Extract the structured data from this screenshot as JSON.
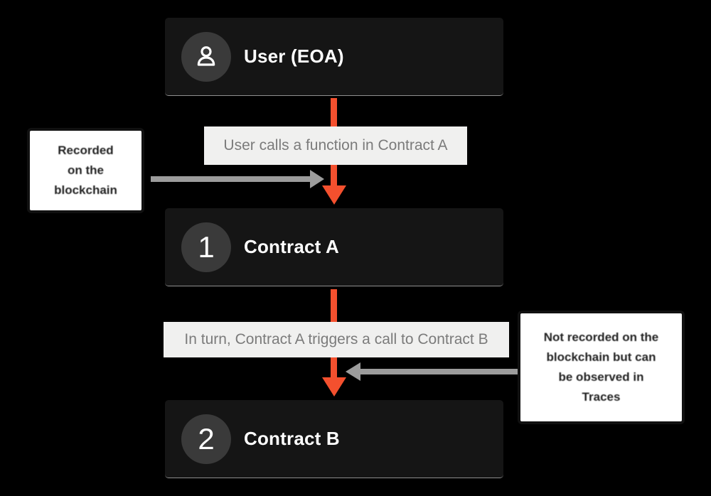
{
  "nodes": [
    {
      "title": "User (EOA)",
      "badge": "user-icon"
    },
    {
      "title": "Contract A",
      "badge": "1"
    },
    {
      "title": "Contract B",
      "badge": "2"
    }
  ],
  "flow_labels": [
    {
      "text": "User calls a function in Contract A"
    },
    {
      "text": "In turn, Contract A triggers a call to Contract B"
    }
  ],
  "annotations": [
    {
      "text": "Recorded\non the\nblockchain"
    },
    {
      "text": "Not recorded on the\nblockchain but can\nbe observed in\nTraces"
    }
  ],
  "colors": {
    "background": "#000000",
    "node_background": "#151515",
    "badge_background": "#3A3A3A",
    "node_title": "#FFFFFF",
    "accent_arrow": "#F4502E",
    "label_background": "#F0F0EF",
    "label_text": "#7B7B7B",
    "annotation_arrow": "#9C9C9C",
    "annotation_background": "#FFFFFF",
    "annotation_border": "#111111"
  }
}
